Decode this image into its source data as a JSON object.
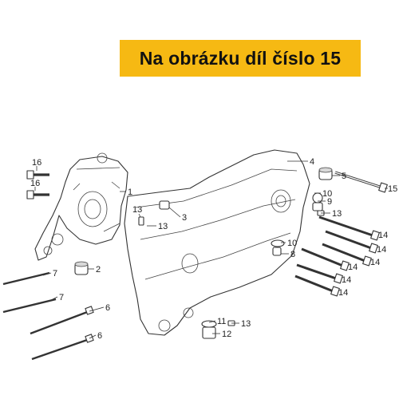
{
  "banner": {
    "text": "Na obrázku díl číslo 15",
    "color": "#f6b913"
  },
  "callouts": {
    "p1": "1",
    "p2": "2",
    "p3": "3",
    "p4": "4",
    "p5": "5",
    "p6a": "6",
    "p6b": "6",
    "p7a": "7",
    "p7b": "7",
    "p8": "8",
    "p9": "9",
    "p10a": "10",
    "p10b": "10",
    "p11": "11",
    "p12": "12",
    "p13a": "13",
    "p13b": "13",
    "p13c": "13",
    "p13d": "13",
    "p14a": "14",
    "p14b": "14",
    "p14c": "14",
    "p14d": "14",
    "p14e": "14",
    "p14f": "14",
    "p15": "15",
    "p16a": "16",
    "p16b": "16"
  }
}
